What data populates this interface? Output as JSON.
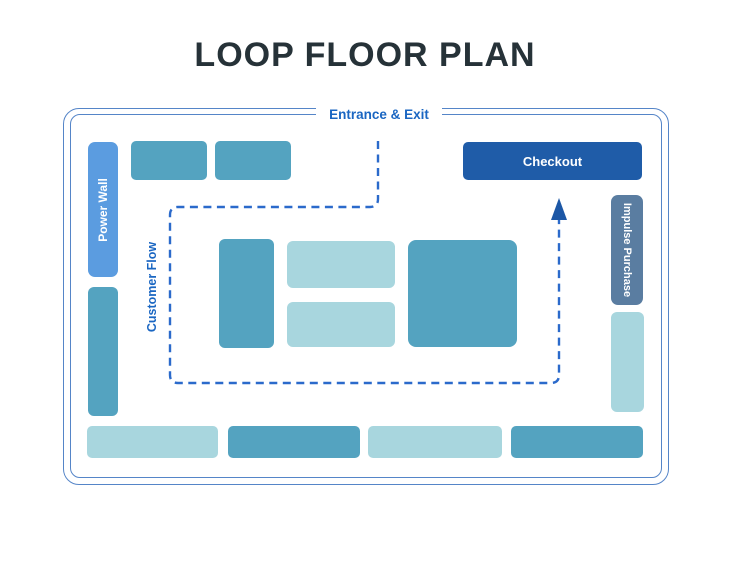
{
  "title": "LOOP FLOOR PLAN",
  "labels": {
    "entrance": "Entrance & Exit",
    "checkout": "Checkout",
    "power_wall": "Power Wall",
    "impulse_purchase": "Impulse Purchase",
    "customer_flow": "Customer Flow"
  },
  "colors": {
    "title_text": "#263238",
    "border": "#5585c8",
    "flow_line": "#2b6acb",
    "arrow": "#1c57a6",
    "entrance_text": "#1a66c2",
    "power_wall_fill": "#5b9ce0",
    "checkout_fill": "#1f5ca8",
    "impulse_fill": "#5a7da1",
    "shelf_teal": "#54a3c0",
    "shelf_light": "#a8d6de"
  }
}
